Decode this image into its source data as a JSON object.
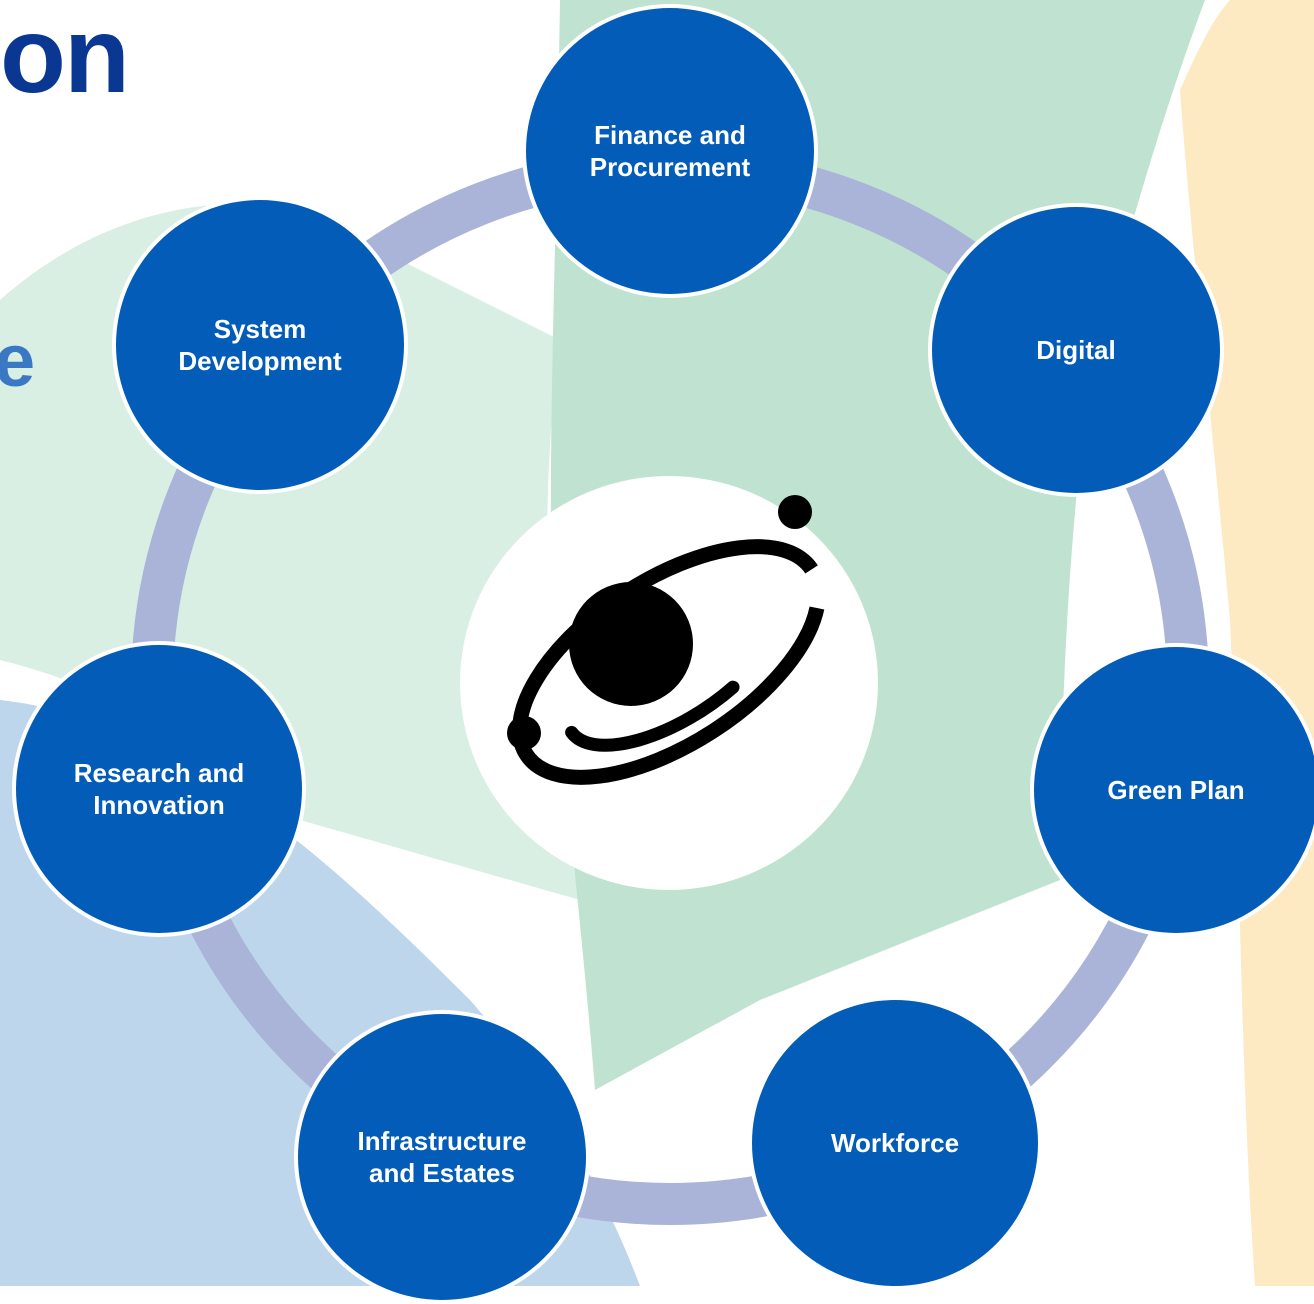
{
  "title_fragments": {
    "top": "on",
    "middle": "e"
  },
  "colors": {
    "node_fill": "#035cb8",
    "ring": "#a9b4d8",
    "green_light": "#d9efe3",
    "green_mid": "#bfe3d0",
    "blue_light": "#bed6ec",
    "yellow_light": "#fde9c2"
  },
  "center_icon": "orbit-planet-icon",
  "nodes": [
    {
      "id": "finance-and-procurement",
      "label": "Finance and\nProcurement"
    },
    {
      "id": "digital",
      "label": "Digital"
    },
    {
      "id": "green-plan",
      "label": "Green Plan"
    },
    {
      "id": "workforce",
      "label": "Workforce"
    },
    {
      "id": "infrastructure-and-estates",
      "label": "Infrastructure\nand Estates"
    },
    {
      "id": "research-and-innovation",
      "label": "Research and\nInnovation"
    },
    {
      "id": "system-development",
      "label": "System\nDevelopment"
    }
  ]
}
